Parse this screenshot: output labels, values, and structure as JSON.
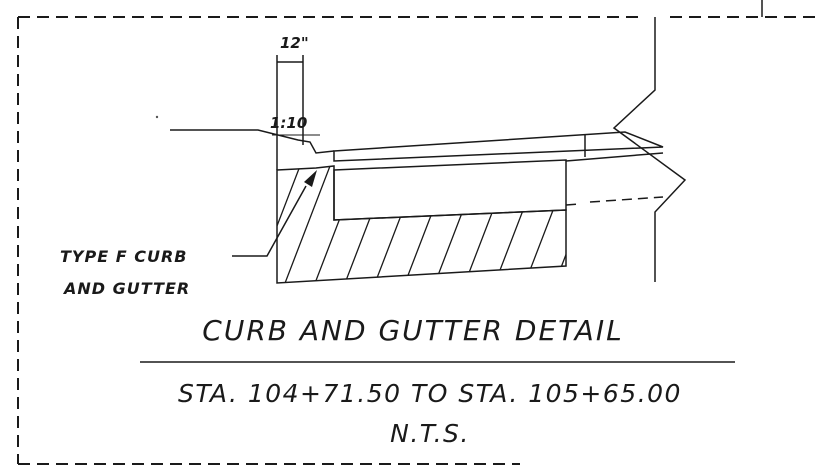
{
  "drawing": {
    "dimension_label": "12\"",
    "slope_label": "1:10",
    "callout_line1": "TYPE F CURB",
    "callout_line2": "AND GUTTER",
    "title": "CURB AND GUTTER DETAIL",
    "station_range": "STA. 104+71.50 TO STA. 105+65.00",
    "scale_note": "N.T.S."
  },
  "colors": {
    "ink": "#1a1a1a",
    "paper": "#ffffff"
  }
}
